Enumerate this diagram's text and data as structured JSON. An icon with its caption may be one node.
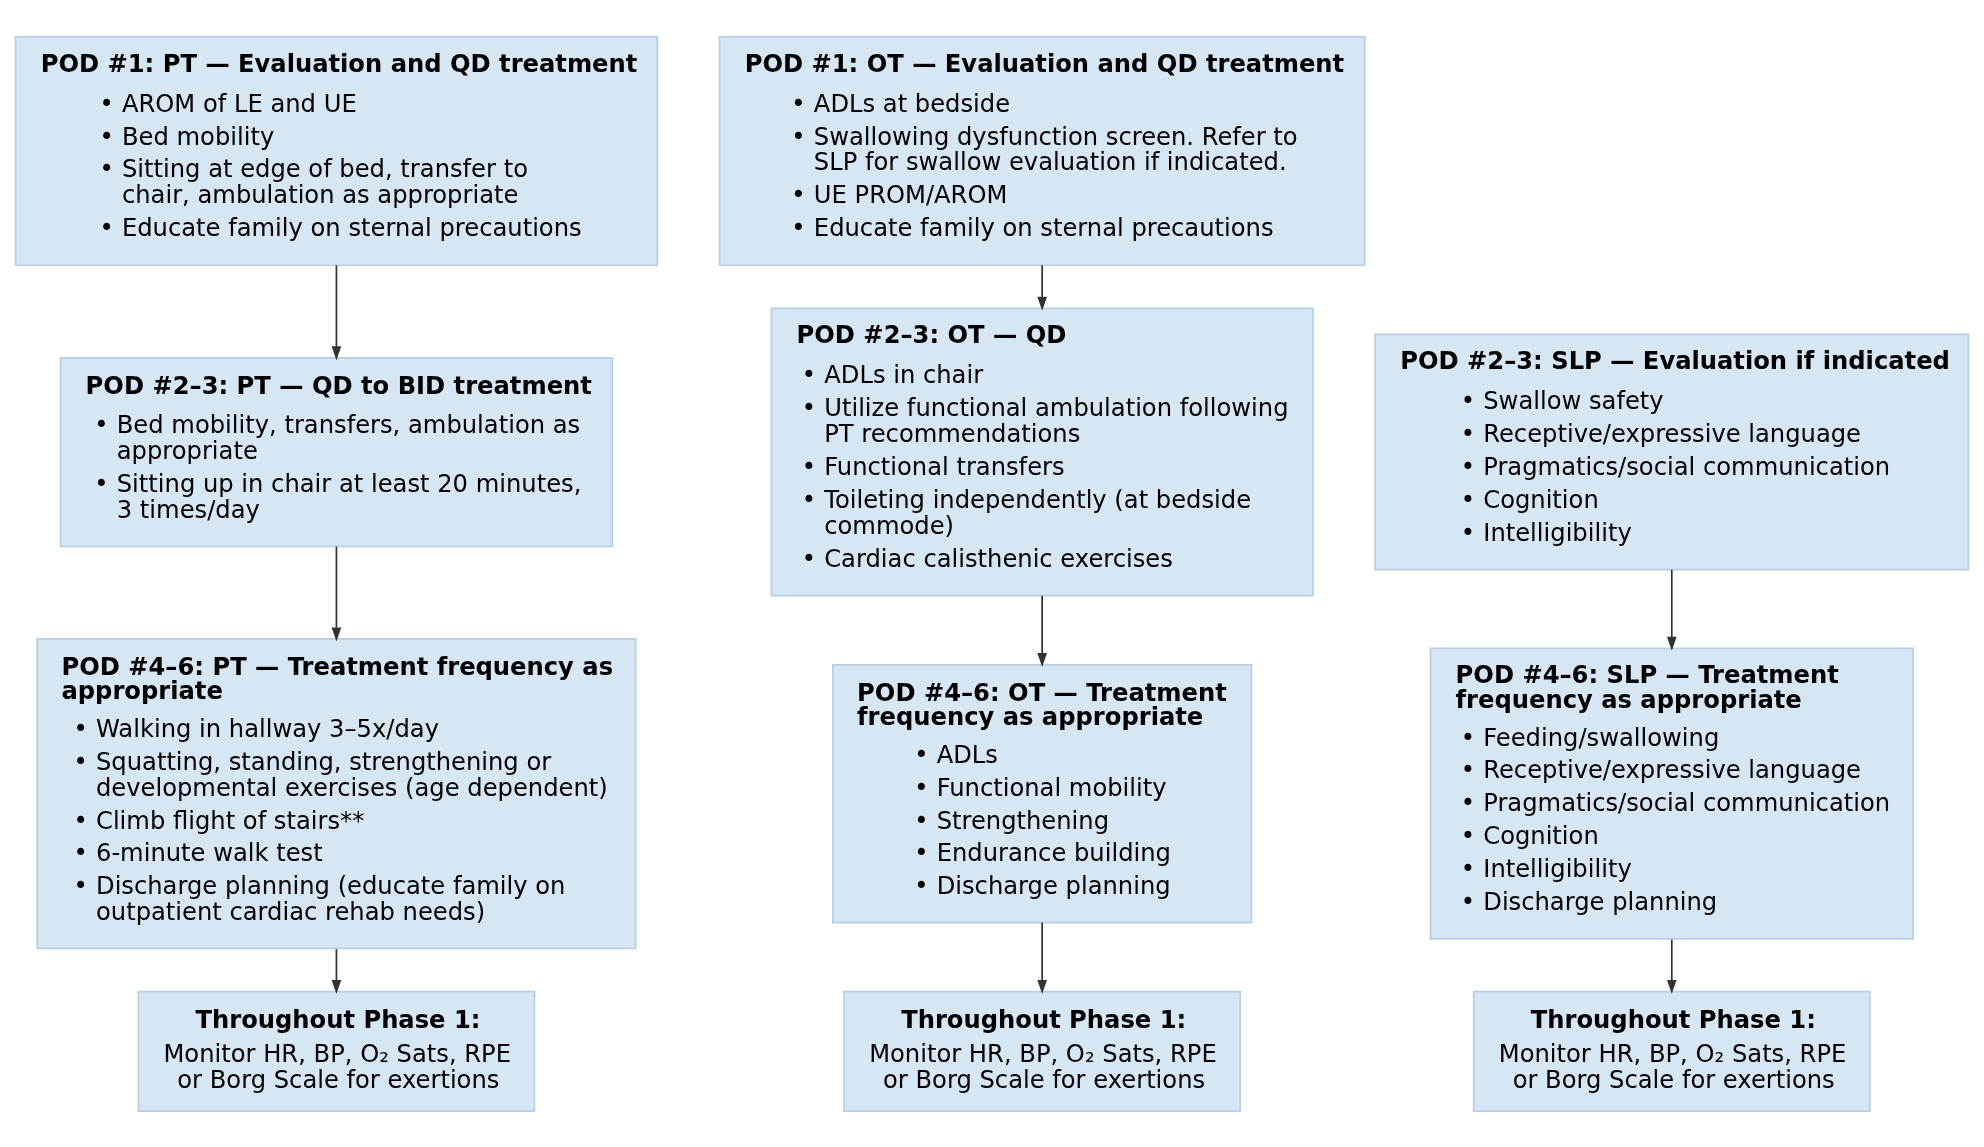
{
  "diagram": {
    "nodes": [
      {
        "text": [
          "POD #1: PT — Evaluation and QD treatment",
          "• AROM of LE and UE",
          "• Bed mobility",
          "• Sitting at edge of bed, transfer to chair, ambulation as appropriate",
          "• Educate family on sternal precautions"
        ]
      },
      {
        "text": [
          "POD #2–3: PT — QD to BID treatment",
          "• Bed mobility, transfers, ambulation as appropriate",
          "• Sitting up in chair at least 20 minutes, 3 times/day"
        ]
      },
      {
        "text": [
          "POD #4–6: PT — Treatment frequency as appropriate",
          "• Walking in hallway 3–5x/day",
          "• Squatting, standing, strengthening or developmental exercises (age dependent)",
          "• Climb flight of stairs**",
          "• 6-minute walk test",
          "• Discharge planning (educate family on outpatient cardiac rehab needs)"
        ]
      },
      {
        "text": [
          "Throughout Phase 1:",
          "Monitor HR, BP, O₂ Sats, RPE or Borg Scale for exertions"
        ]
      },
      {
        "text": [
          "POD #1: OT — Evaluation and QD treatment",
          "• ADLs at bedside",
          "• Swallowing dysfunction screen. Refer to SLP for swallow evaluation if indicated.",
          "• UE PROM/AROM",
          "• Educate family on sternal precautions"
        ]
      },
      {
        "text": [
          "POD #2–3: OT — QD",
          "• ADLs in chair",
          "• Utilize functional ambulation following PT recommendations",
          "• Functional transfers",
          "• Toileting independently (at bedside commode)",
          "• Cardiac calisthenic exercises"
        ]
      },
      {
        "text": [
          "POD #4–6: OT — Treatment frequency as appropriate",
          "• ADLs",
          "• Functional mobility",
          "• Strengthening",
          "• Endurance building",
          "• Discharge planning"
        ]
      },
      {
        "text": [
          "Throughout Phase 1:",
          "Monitor HR, BP, O₂ Sats, RPE or Borg Scale for exertions"
        ]
      },
      {
        "text": [
          "POD #2–3: SLP — Evaluation if indicated",
          "• Swallow safety",
          "• Receptive/expressive language",
          "• Pragmatics/social communication",
          "• Cognition",
          "• Intelligibility"
        ]
      },
      {
        "text": [
          "POD #4–6: SLP — Treatment frequency as appropriate",
          "• Feeding/swallowing",
          "• Receptive/expressive language",
          "• Pragmatics/social communication",
          "• Cognition",
          "• Intelligibility",
          "• Discharge planning"
        ]
      },
      {
        "text": [
          "Throughout Phase 1:",
          "Monitor HR, BP, O₂ Sats, RPE or Borg Scale for exertions"
        ]
      }
    ],
    "edges": [
      {
        "from": 0,
        "to": 1,
        "arrow": "to"
      },
      {
        "from": 1,
        "to": 2,
        "arrow": "to"
      },
      {
        "from": 2,
        "to": 3,
        "arrow": "to"
      },
      {
        "from": 4,
        "to": 5,
        "arrow": "to"
      },
      {
        "from": 5,
        "to": 6,
        "arrow": "to"
      },
      {
        "from": 6,
        "to": 7,
        "arrow": "to"
      },
      {
        "from": 8,
        "to": 9,
        "arrow": "to"
      },
      {
        "from": 9,
        "to": 10,
        "arrow": "to"
      }
    ]
  }
}
